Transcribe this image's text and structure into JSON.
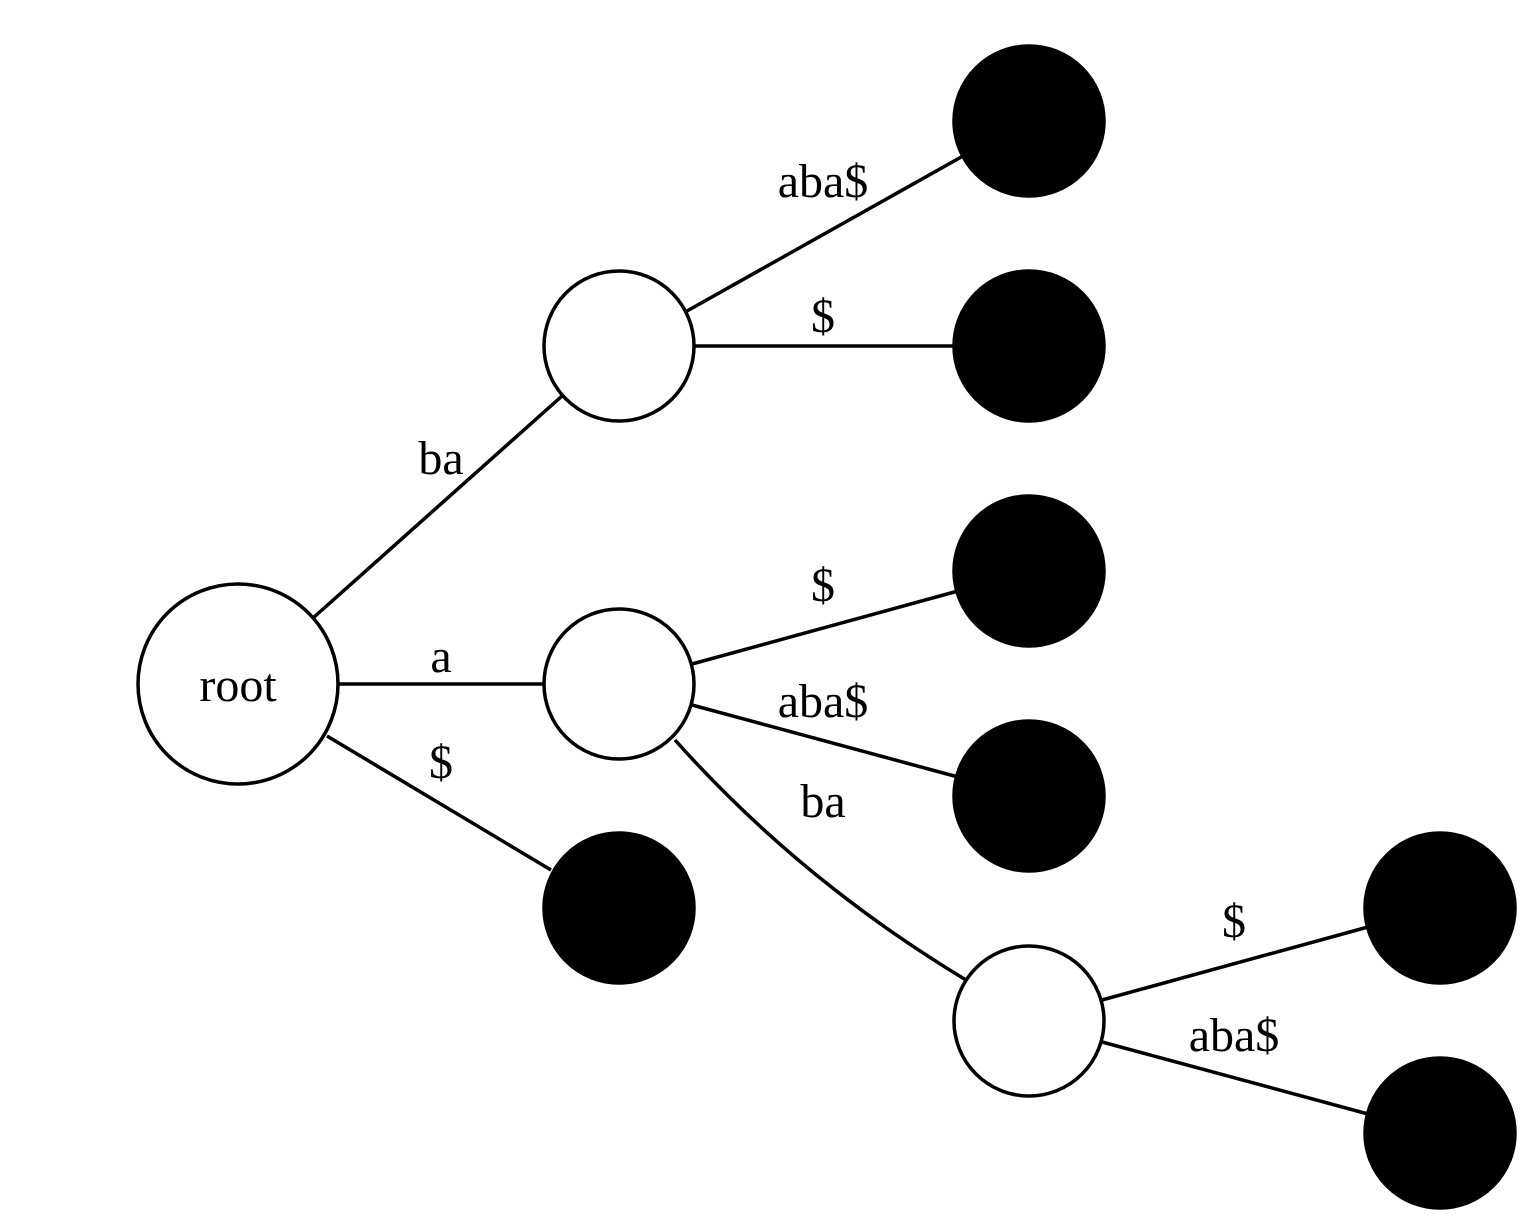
{
  "diagram": {
    "root_label": "root",
    "edge_labels": {
      "root_to_ba": "ba",
      "root_to_a": "a",
      "root_to_end": "$",
      "ba_to_aba_end": "aba$",
      "ba_to_end": "$",
      "a_to_end": "$",
      "a_to_aba_end": "aba$",
      "a_to_ba": "ba",
      "aba_to_end": "$",
      "aba_to_aba_end": "aba$"
    },
    "colors": {
      "stroke": "#000000",
      "internal_node_fill": "#ffffff",
      "leaf_node_fill": "#000000"
    }
  }
}
